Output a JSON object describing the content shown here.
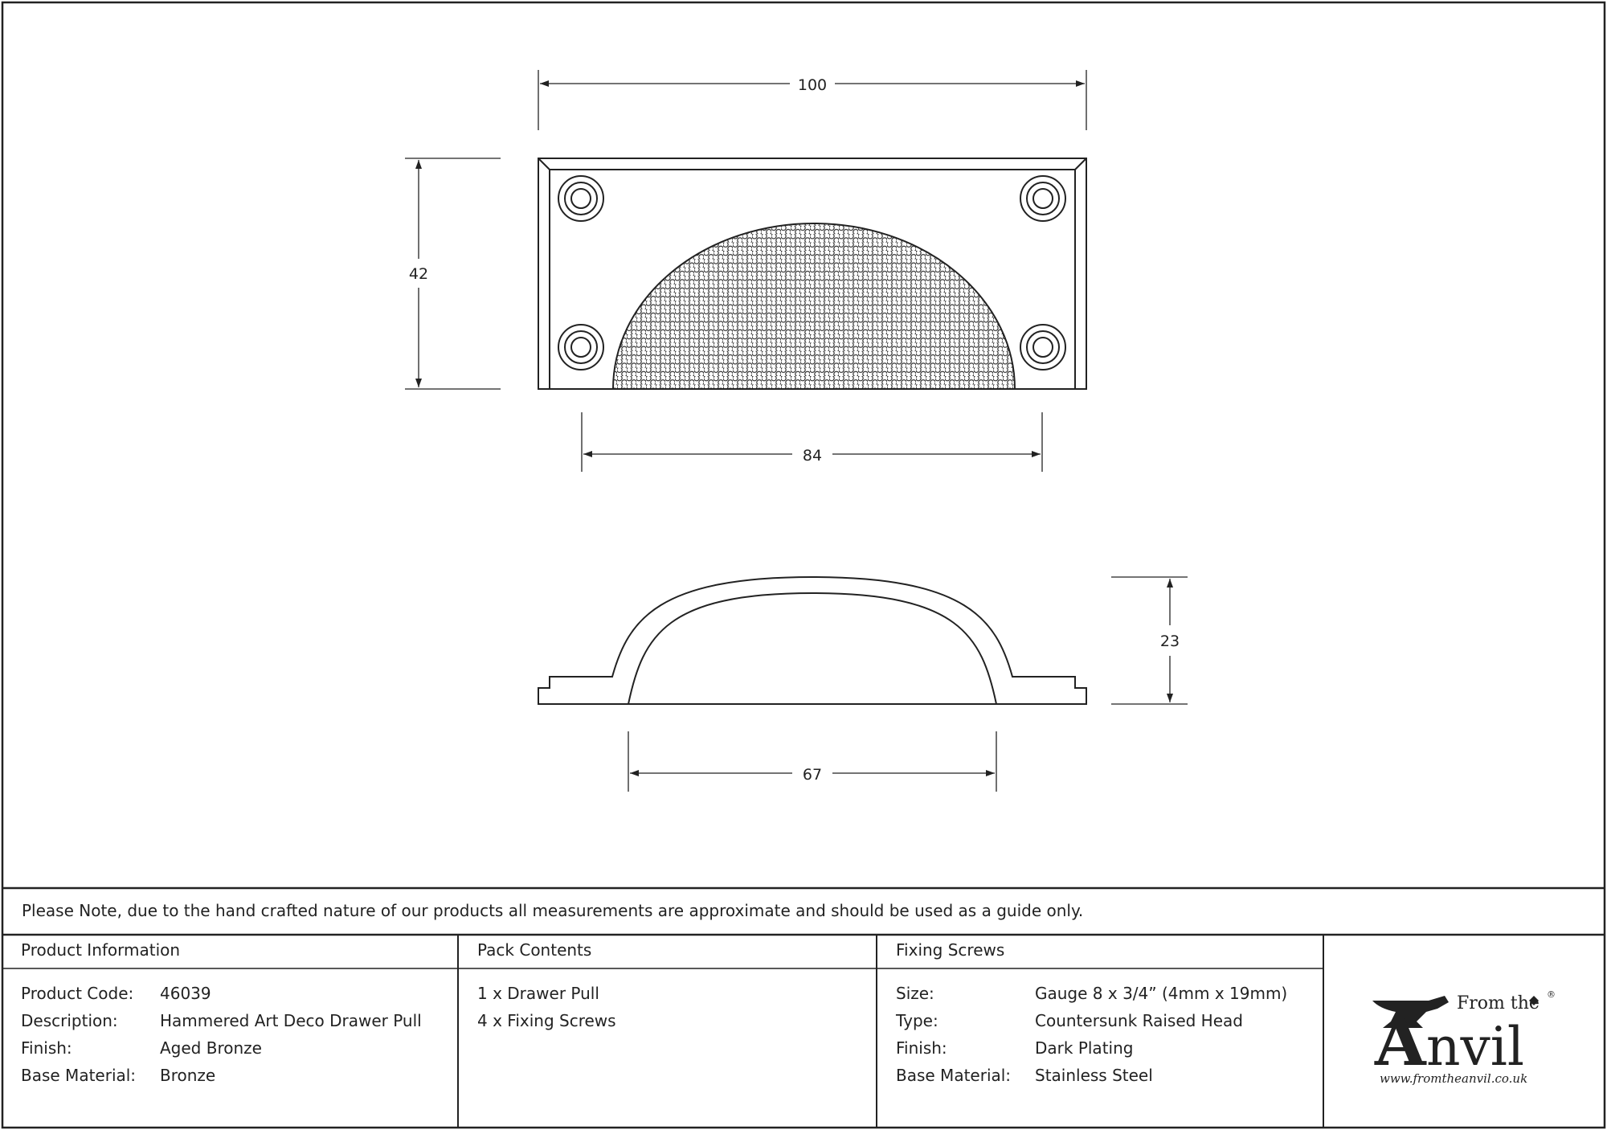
{
  "drawing": {
    "dimensions": {
      "top_width": "100",
      "height": "42",
      "hammered_width": "84",
      "projection": "23",
      "base_width": "67"
    }
  },
  "note": "Please Note, due to the hand crafted nature of our products all measurements are approximate and should be used as a guide only.",
  "product_info": {
    "header": "Product Information",
    "rows": [
      {
        "label": "Product Code:",
        "value": "46039"
      },
      {
        "label": "Description:",
        "value": "Hammered Art Deco Drawer Pull"
      },
      {
        "label": "Finish:",
        "value": "Aged Bronze"
      },
      {
        "label": "Base Material:",
        "value": "Bronze"
      }
    ]
  },
  "pack_contents": {
    "header": "Pack Contents",
    "items": [
      "1 x Drawer Pull",
      "4 x Fixing Screws"
    ]
  },
  "fixing_screws": {
    "header": "Fixing Screws",
    "rows": [
      {
        "label": "Size:",
        "value": "Gauge 8 x 3/4” (4mm x 19mm)"
      },
      {
        "label": "Type:",
        "value": "Countersunk Raised Head"
      },
      {
        "label": "Finish:",
        "value": "Dark Plating"
      },
      {
        "label": "Base Material:",
        "value": "Stainless Steel"
      }
    ]
  },
  "logo": {
    "from_the": "From the",
    "brand_initial": "A",
    "brand_rest": "nvil",
    "registered": "®",
    "url": "www.fromtheanvil.co.uk"
  }
}
